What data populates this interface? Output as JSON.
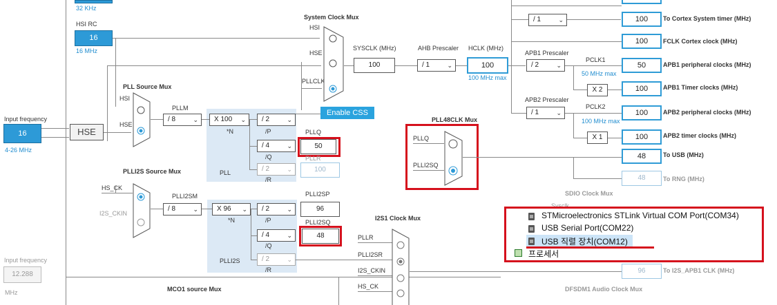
{
  "osc": {
    "lse_freq": "32 KHz",
    "hsi_rc_label": "HSI RC",
    "hsi_value": "16",
    "hsi_freq": "16 MHz"
  },
  "input": {
    "freq_label": "Input frequency",
    "value": "16",
    "range": "4-26 MHz",
    "hse_label": "HSE"
  },
  "input2": {
    "freq_label": "Input frequency",
    "value": "12.288",
    "unit": "MHz"
  },
  "sysmux": {
    "title": "System Clock Mux",
    "hsi": "HSI",
    "hse": "HSE",
    "pllclk": "PLLCLK",
    "enable_css": "Enable CSS"
  },
  "sysclk": {
    "label": "SYSCLK (MHz)",
    "value": "100"
  },
  "ahb": {
    "label": "AHB Prescaler",
    "value": "/ 1"
  },
  "hclk": {
    "label": "HCLK (MHz)",
    "value": "100",
    "max": "100 MHz max"
  },
  "apb1": {
    "label": "APB1 Prescaler",
    "value": "/ 2",
    "pclk": "PCLK1",
    "max": "50 MHz max",
    "timer_mult": "X 2"
  },
  "apb2": {
    "label": "APB2 Prescaler",
    "value": "/ 1",
    "pclk": "PCLK2",
    "max": "100 MHz max",
    "timer_mult": "X 1"
  },
  "cortex": {
    "div": "/ 1"
  },
  "outputs": [
    {
      "value": "100",
      "label": "To Cortex System timer (MHz)"
    },
    {
      "value": "100",
      "label": "FCLK Cortex clock (MHz)"
    },
    {
      "value": "50",
      "label": "APB1 peripheral clocks (MHz)"
    },
    {
      "value": "100",
      "label": "APB1 Timer clocks (MHz)"
    },
    {
      "value": "100",
      "label": "APB2 peripheral clocks (MHz)"
    },
    {
      "value": "100",
      "label": "APB2 timer clocks (MHz)"
    },
    {
      "value": "48",
      "label": "To USB (MHz)"
    },
    {
      "value": "48",
      "label": "To RNG (MHz)"
    }
  ],
  "pll": {
    "src_mux_title": "PLL Source Mux",
    "hsi": "HSI",
    "hse": "HSE",
    "pllm_label": "PLLM",
    "pllm": "/ 8",
    "n": "X 100",
    "n_label": "*N",
    "p": "/ 2",
    "p_label": "/P",
    "q": "/ 4",
    "q_label": "/Q",
    "r": "/ 2",
    "r_label": "/R",
    "pllq_label": "PLLQ",
    "pllq_value": "50",
    "pllr_label": "PLLR",
    "pllr_value": "100",
    "name": "PLL"
  },
  "pll48": {
    "title": "PLL48CLK Mux",
    "pllq": "PLLQ",
    "plli2sq": "PLLI2SQ"
  },
  "plli2s": {
    "src_mux_title": "PLLI2S Source Mux",
    "hs_ck": "HS_CK",
    "i2s_ckin": "I2S_CKIN",
    "m_label": "PLLI2SM",
    "m": "/ 8",
    "n": "X 96",
    "n_label": "*N",
    "p": "/ 2",
    "p_label": "/P",
    "q": "/ 4",
    "q_label": "/Q",
    "r": "/ 2",
    "r_label": "/R",
    "sp_label": "PLLI2SP",
    "sp_value": "96",
    "sq_label": "PLLI2SQ",
    "sq_value": "48",
    "name": "PLLI2S"
  },
  "i2s1": {
    "title": "I2S1 Clock Mux",
    "pllr": "PLLR",
    "plli2sr": "PLLI2SR",
    "i2s_ckin": "I2S_CKIN",
    "hs_ck": "HS_CK",
    "out_value": "96",
    "out_label": "To I2S_APB1 CLK (MHz)"
  },
  "sdio": {
    "title": "SDIO Clock Mux",
    "sysclk": "Sysclk"
  },
  "mco1": {
    "title": "MCO1 source Mux"
  },
  "dfsdm": {
    "title": "DFSDM1 Audio Clock Mux"
  },
  "popup": {
    "items": [
      "STMicroelectronics STLink Virtual COM Port(COM34)",
      "USB Serial Port(COM22)",
      "USB 직렬 장치(COM12)"
    ],
    "processor": "프로세서"
  },
  "colors": {
    "accent": "#2d9ad7",
    "highlight": "#d5101c",
    "panel": "#dce9f5"
  }
}
